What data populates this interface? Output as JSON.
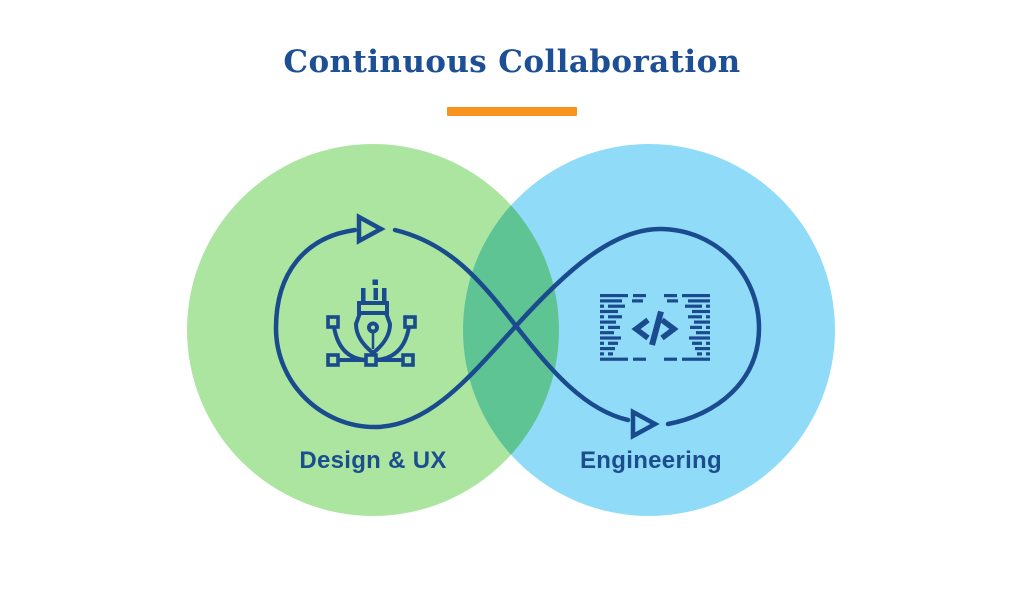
{
  "diagram": {
    "title": "Continuous Collaboration",
    "title_color": "#1d4f94",
    "underline_color": "#f7941e",
    "outline_color": "#1a4b8e",
    "label_color": "#1c4e8f",
    "overlap_color": "#5fc493",
    "background_color": "#ffffff",
    "left_circle": {
      "label": "Design & UX",
      "fill": "#abe5a0",
      "icon": "pen-tool-icon"
    },
    "right_circle": {
      "label": "Engineering",
      "fill": "#8fdbf8",
      "icon": "code-icon"
    },
    "loop": {
      "shape": "infinity",
      "arrow_count": 2
    }
  }
}
